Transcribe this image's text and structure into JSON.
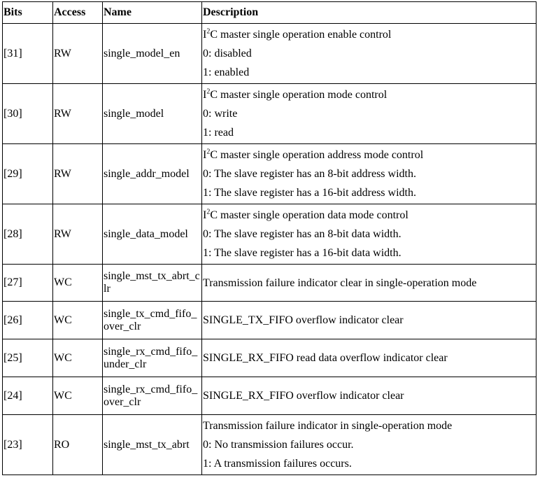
{
  "header": {
    "bits": "Bits",
    "access": "Access",
    "name": "Name",
    "description": "Description"
  },
  "rows": [
    {
      "bits": "[31]",
      "access": "RW",
      "name": "single_model_en",
      "desc": [
        "C master single operation enable control",
        "0: disabled",
        "1: enabled"
      ]
    },
    {
      "bits": "[30]",
      "access": "RW",
      "name": "single_model",
      "desc": [
        "C master single operation mode control",
        "0: write",
        "1: read"
      ]
    },
    {
      "bits": "[29]",
      "access": "RW",
      "name": "single_addr_model",
      "desc": [
        "C master single operation address mode control",
        "0: The slave register has an 8-bit address width.",
        "1: The slave register has a 16-bit address width."
      ]
    },
    {
      "bits": "[28]",
      "access": "RW",
      "name": "single_data_model",
      "desc": [
        "C master single operation data mode control",
        "0: The slave register has an 8-bit data width.",
        "1: The slave register has a 16-bit data width."
      ]
    },
    {
      "bits": "[27]",
      "access": "WC",
      "name": "single_mst_tx_abrt_clr",
      "desc": [
        "Transmission failure indicator clear in single-operation mode"
      ]
    },
    {
      "bits": "[26]",
      "access": "WC",
      "name": "single_tx_cmd_fifo_over_clr",
      "desc": [
        "SINGLE_TX_FIFO overflow indicator clear"
      ]
    },
    {
      "bits": "[25]",
      "access": "WC",
      "name": "single_rx_cmd_fifo_under_clr",
      "desc": [
        "SINGLE_RX_FIFO read data overflow indicator clear"
      ]
    },
    {
      "bits": "[24]",
      "access": "WC",
      "name": "single_rx_cmd_fifo_over_clr",
      "desc": [
        "SINGLE_RX_FIFO overflow indicator clear"
      ]
    },
    {
      "bits": "[23]",
      "access": "RO",
      "name": "single_mst_tx_abrt",
      "desc": [
        "Transmission failure indicator in single-operation mode",
        "0: No transmission failures occur.",
        "1: A transmission failures occurs."
      ]
    }
  ],
  "i2c_prefix": {
    "letter": "I",
    "sup": "2"
  }
}
